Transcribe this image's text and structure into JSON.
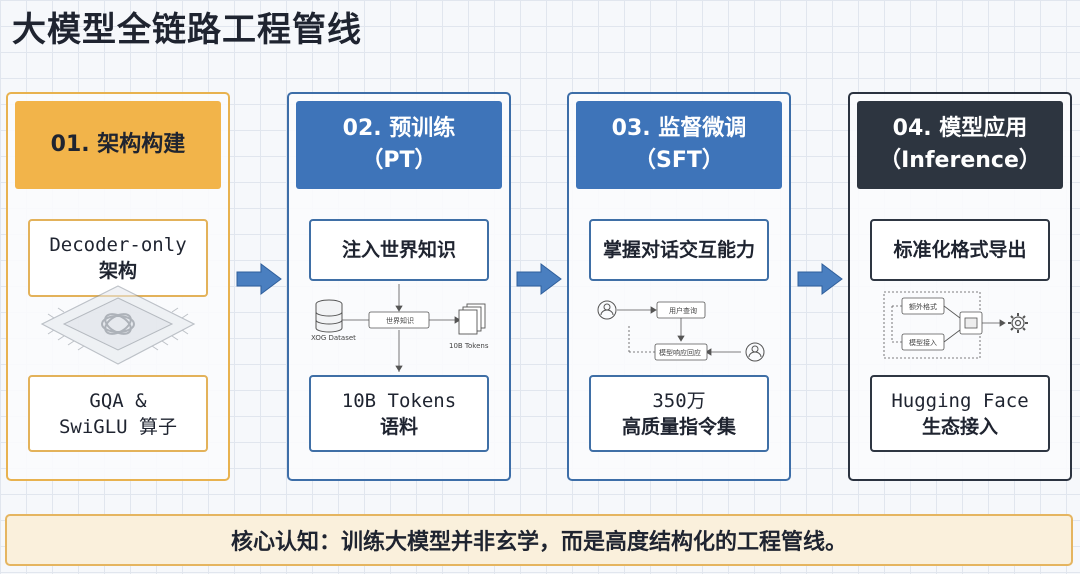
{
  "title": "大模型全链路工程管线",
  "stages": [
    {
      "header_line1": "01. 架构构建",
      "header_line2": "",
      "top_line1": "Decoder-only",
      "top_line2": "架构",
      "bottom_line1": "GQA &",
      "bottom_line2": "SwiGLU 算子",
      "header_color": "#f2b44a"
    },
    {
      "header_line1": "02. 预训练",
      "header_line2": "（PT）",
      "top_line1": "注入世界知识",
      "bottom_line1": "10B Tokens",
      "bottom_line2": "语料",
      "diagram": {
        "left_label": "XOG Dataset",
        "center_label": "世界知识",
        "right_label": "10B Tokens"
      },
      "header_color": "#3e74b9"
    },
    {
      "header_line1": "03. 监督微调",
      "header_line2": "（SFT）",
      "top_line1": "掌握对话交互能力",
      "bottom_line1": "350万",
      "bottom_line2": "高质量指令集",
      "diagram": {
        "top_label": "用户查询",
        "bottom_label": "模型响应回应"
      },
      "header_color": "#3e74b9"
    },
    {
      "header_line1": "04. 模型应用",
      "header_line2": "（Inference）",
      "top_line1": "标准化格式导出",
      "bottom_line1": "Hugging Face",
      "bottom_line2": "生态接入",
      "diagram": {
        "top_label": "额外格式",
        "bottom_label": "模型接入"
      },
      "header_color": "#2d3540"
    }
  ],
  "footer": "核心认知：训练大模型并非玄学，而是高度结构化的工程管线。",
  "colors": {
    "accent_orange": "#e8b24f",
    "accent_blue": "#3d6ea8",
    "dark": "#2b3340",
    "arrow_blue": "#4a7fc0"
  }
}
